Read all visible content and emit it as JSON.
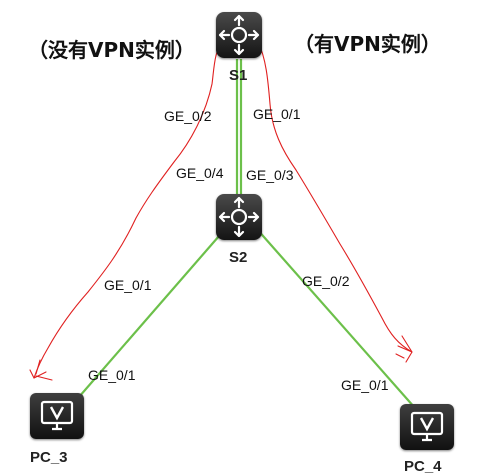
{
  "annotations": {
    "left": "（没有VPN实例）",
    "right": "（有VPN实例）"
  },
  "devices": {
    "s1": "S1",
    "s2": "S2",
    "pc3": "PC_3",
    "pc4": "PC_4"
  },
  "ports": {
    "s1_left": "GE_0/2",
    "s1_right": "GE_0/1",
    "s2_top_left": "GE_0/4",
    "s2_top_right": "GE_0/3",
    "s2_left": "GE_0/1",
    "s2_right": "GE_0/2",
    "pc3_port": "GE_0/1",
    "pc4_port": "GE_0/1"
  },
  "colors": {
    "link": "#6cc04a",
    "path": "#e02020",
    "device": "#1e1e1e"
  },
  "icons": {
    "switch": "switch-router-icon",
    "pc": "pc-monitor-icon"
  }
}
